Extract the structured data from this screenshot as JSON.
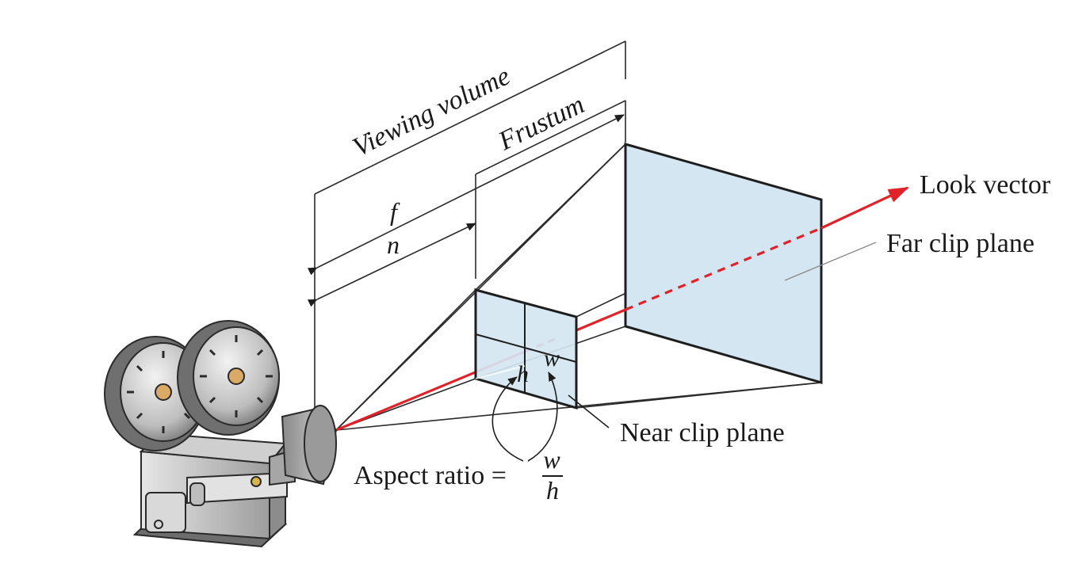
{
  "diagram": {
    "labels": {
      "viewing_volume": "Viewing volume",
      "frustum": "Frustum",
      "f": "f",
      "n": "n",
      "look_vector": "Look vector",
      "far_clip_plane": "Far clip plane",
      "near_clip_plane": "Near clip plane",
      "w_on_plane": "w",
      "h_on_plane": "h",
      "aspect_ratio": "Aspect ratio =",
      "aspect_num": "w",
      "aspect_den": "h"
    },
    "colors": {
      "look_vector": "#e0232b",
      "plane_fill": "#d4e6f1",
      "line": "#1e1e1e"
    },
    "icons": [
      "movie-camera-icon"
    ]
  }
}
